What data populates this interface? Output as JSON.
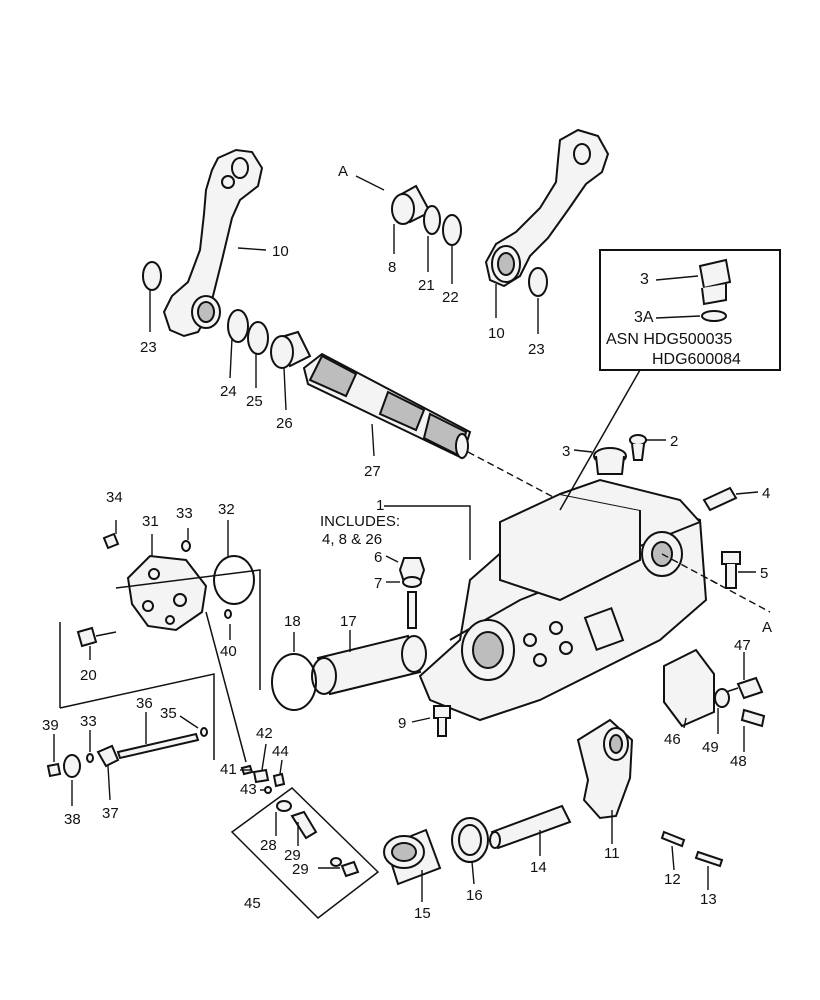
{
  "callouts": [
    {
      "id": "c-10a",
      "text": "10"
    },
    {
      "id": "c-23a",
      "text": "23"
    },
    {
      "id": "c-24",
      "text": "24"
    },
    {
      "id": "c-25",
      "text": "25"
    },
    {
      "id": "c-26",
      "text": "26"
    },
    {
      "id": "c-27",
      "text": "27"
    },
    {
      "id": "c-A1",
      "text": "A"
    },
    {
      "id": "c-8",
      "text": "8"
    },
    {
      "id": "c-21",
      "text": "21"
    },
    {
      "id": "c-22",
      "text": "22"
    },
    {
      "id": "c-10b",
      "text": "10"
    },
    {
      "id": "c-23b",
      "text": "23"
    },
    {
      "id": "c-3top",
      "text": "3"
    },
    {
      "id": "c-2",
      "text": "2"
    },
    {
      "id": "c-4",
      "text": "4"
    },
    {
      "id": "c-1",
      "text": "1"
    },
    {
      "id": "c-6",
      "text": "6"
    },
    {
      "id": "c-7",
      "text": "7"
    },
    {
      "id": "c-5",
      "text": "5"
    },
    {
      "id": "c-A2",
      "text": "A"
    },
    {
      "id": "c-34",
      "text": "34"
    },
    {
      "id": "c-31",
      "text": "31"
    },
    {
      "id": "c-33a",
      "text": "33"
    },
    {
      "id": "c-32",
      "text": "32"
    },
    {
      "id": "c-18",
      "text": "18"
    },
    {
      "id": "c-17",
      "text": "17"
    },
    {
      "id": "c-20",
      "text": "20"
    },
    {
      "id": "c-40",
      "text": "40"
    },
    {
      "id": "c-9",
      "text": "9"
    },
    {
      "id": "c-47",
      "text": "47"
    },
    {
      "id": "c-46",
      "text": "46"
    },
    {
      "id": "c-49",
      "text": "49"
    },
    {
      "id": "c-48",
      "text": "48"
    },
    {
      "id": "c-36",
      "text": "36"
    },
    {
      "id": "c-35",
      "text": "35"
    },
    {
      "id": "c-39",
      "text": "39"
    },
    {
      "id": "c-33b",
      "text": "33"
    },
    {
      "id": "c-38",
      "text": "38"
    },
    {
      "id": "c-37",
      "text": "37"
    },
    {
      "id": "c-42",
      "text": "42"
    },
    {
      "id": "c-44",
      "text": "44"
    },
    {
      "id": "c-41",
      "text": "41"
    },
    {
      "id": "c-43",
      "text": "43"
    },
    {
      "id": "c-28",
      "text": "28"
    },
    {
      "id": "c-29a",
      "text": "29"
    },
    {
      "id": "c-29b",
      "text": "29"
    },
    {
      "id": "c-45",
      "text": "45"
    },
    {
      "id": "c-11",
      "text": "11"
    },
    {
      "id": "c-14",
      "text": "14"
    },
    {
      "id": "c-15",
      "text": "15"
    },
    {
      "id": "c-16",
      "text": "16"
    },
    {
      "id": "c-12",
      "text": "12"
    },
    {
      "id": "c-13",
      "text": "13"
    }
  ],
  "includes_note": {
    "line1": "INCLUDES:",
    "line2": "4, 8 & 26"
  },
  "asn_box": {
    "item_3": "3",
    "item_3a": "3A",
    "line1": "ASN HDG500035",
    "line2": "HDG600084"
  }
}
